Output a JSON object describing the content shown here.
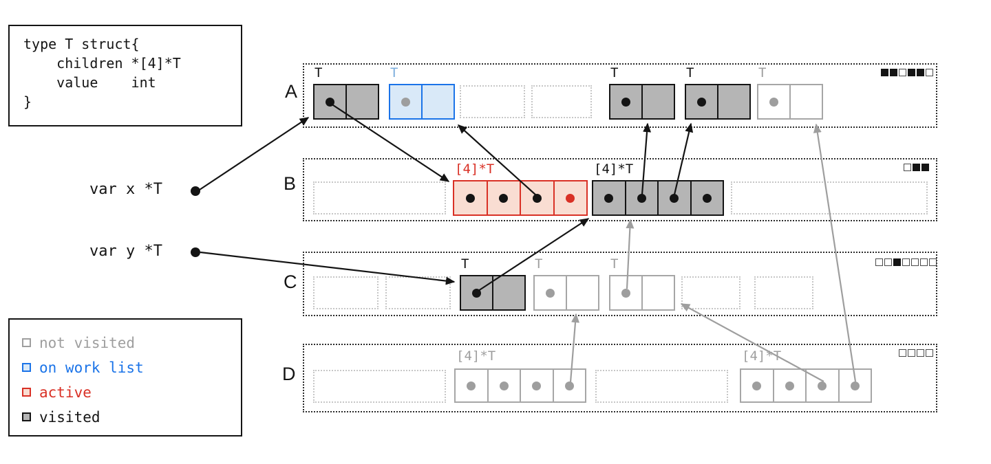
{
  "code_box": {
    "code": "type T struct{\n    children *[4]*T\n    value    int\n}"
  },
  "vars": {
    "x": "var x *T",
    "y": "var y *T"
  },
  "legend": {
    "items": [
      {
        "label": "not visited"
      },
      {
        "label": "on work list"
      },
      {
        "label": "active"
      },
      {
        "label": "visited"
      }
    ]
  },
  "colors": {
    "visited_fill": "#b5b5b5",
    "visited_border": "#141414",
    "not_visited_border": "#9e9e9e",
    "worklist_fill": "#d9e9f8",
    "worklist_border": "#1a73e8",
    "active_fill": "#f9ddd2",
    "active_border": "#d93025",
    "arrow_black": "#141414",
    "arrow_gray": "#9e9e9e"
  },
  "regions": [
    {
      "name": "A",
      "bitmap": [
        1,
        1,
        0,
        1,
        1,
        0
      ],
      "blocks": [
        {
          "label": "T",
          "state": "visited"
        },
        {
          "label": "T",
          "state": "on work list"
        },
        {
          "state": "free"
        },
        {
          "state": "free"
        },
        {
          "label": "T",
          "state": "visited"
        },
        {
          "label": "T",
          "state": "visited"
        },
        {
          "label": "T",
          "state": "not visited"
        }
      ]
    },
    {
      "name": "B",
      "bitmap": [
        0,
        1,
        1
      ],
      "blocks": [
        {
          "state": "free"
        },
        {
          "label": "[4]*T",
          "state": "active"
        },
        {
          "label": "[4]*T",
          "state": "visited"
        },
        {
          "state": "free"
        }
      ]
    },
    {
      "name": "C",
      "bitmap": [
        0,
        0,
        1,
        0,
        0,
        0,
        0
      ],
      "blocks": [
        {
          "state": "free"
        },
        {
          "state": "free"
        },
        {
          "label": "T",
          "state": "visited"
        },
        {
          "label": "T",
          "state": "not visited"
        },
        {
          "label": "T",
          "state": "not visited"
        },
        {
          "state": "free"
        },
        {
          "state": "free"
        }
      ]
    },
    {
      "name": "D",
      "bitmap": [
        0,
        0,
        0,
        0
      ],
      "blocks": [
        {
          "state": "free"
        },
        {
          "label": "[4]*T",
          "state": "not visited"
        },
        {
          "state": "free"
        },
        {
          "label": "[4]*T",
          "state": "not visited"
        }
      ]
    }
  ]
}
